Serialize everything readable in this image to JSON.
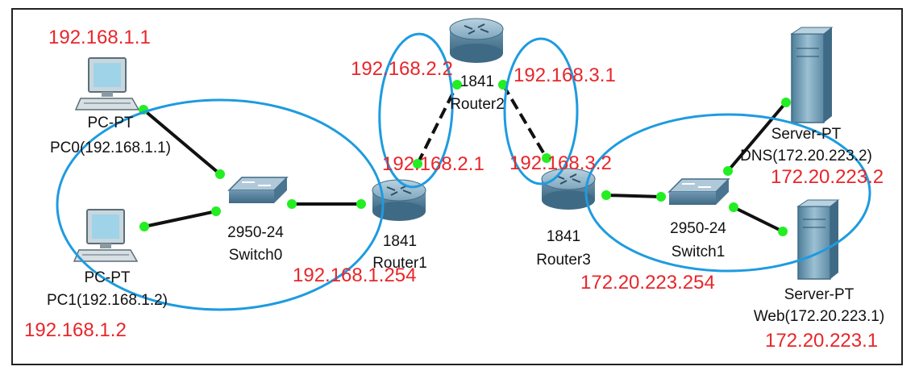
{
  "devices": {
    "pc0": {
      "model": "PC-PT",
      "name": "PC0(192.168.1.1)"
    },
    "pc1": {
      "model": "PC-PT",
      "name": "PC1(192.168.1.2)"
    },
    "switch0": {
      "model": "2950-24",
      "name": "Switch0"
    },
    "router1": {
      "model": "1841",
      "name": "Router1"
    },
    "router2": {
      "model": "1841",
      "name": "Router2"
    },
    "router3": {
      "model": "1841",
      "name": "Router3"
    },
    "switch1": {
      "model": "2950-24",
      "name": "Switch1"
    },
    "server_dns": {
      "model": "Server-PT",
      "name": "DNS(172.20.223.2)"
    },
    "server_web": {
      "model": "Server-PT",
      "name": "Web(172.20.223.1)"
    }
  },
  "ip_labels": {
    "pc0": "192.168.1.1",
    "pc1": "192.168.1.2",
    "router1_lan": "192.168.1.254",
    "router1_wan": "192.168.2.1",
    "router2_left": "192.168.2.2",
    "router2_right": "192.168.3.1",
    "router3_wan": "192.168.3.2",
    "router3_lan": "172.20.223.254",
    "dns": "172.20.223.2",
    "web": "172.20.223.1"
  },
  "colors": {
    "ip_text": "#e8262a",
    "ellipse": "#1e9be0",
    "link": "#111111",
    "port": "#22ee22"
  }
}
